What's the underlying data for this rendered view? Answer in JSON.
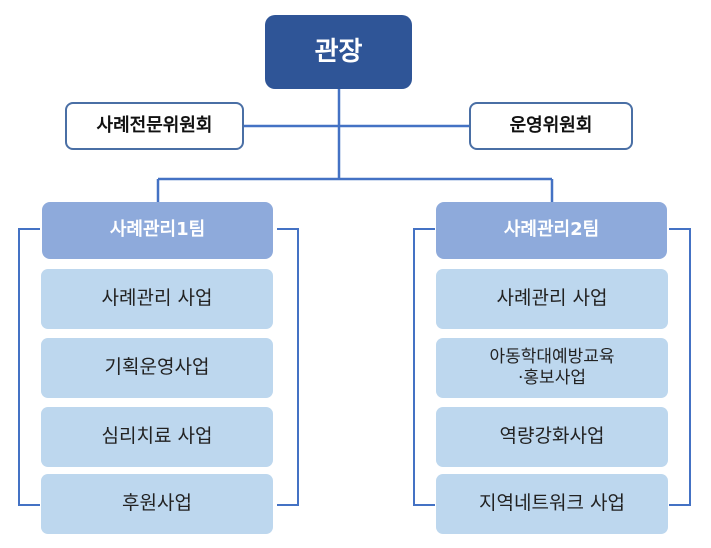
{
  "chart": {
    "director": "관장",
    "committees": [
      "사례전문위원회",
      "운영위원회"
    ],
    "teams": [
      {
        "name": "사례관리1팀",
        "tasks": [
          "사례관리 사업",
          "기획운영사업",
          "심리치료 사업",
          "후원사업"
        ]
      },
      {
        "name": "사례관리2팀",
        "tasks": [
          "사례관리 사업",
          "아동학대예방교육\n·홍보사업",
          "역량강화사업",
          "지역네트워크 사업"
        ]
      }
    ]
  },
  "colors": {
    "director_bg": "#2f5597",
    "team_bg": "#8eaadb",
    "task_bg": "#bdd7ee",
    "line": "#4472c4"
  }
}
